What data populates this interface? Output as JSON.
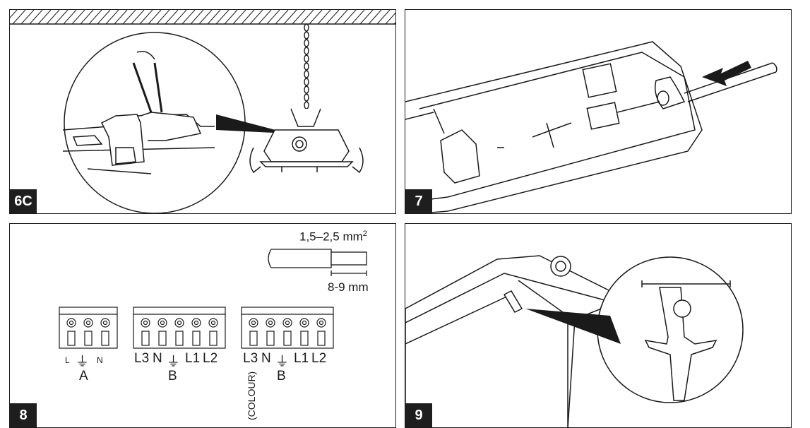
{
  "panels": {
    "p6c": {
      "label": "6C"
    },
    "p7": {
      "label": "7"
    },
    "p8": {
      "label": "8",
      "wire_spec": {
        "cross_section": "1,5–2,5 mm",
        "cross_section_sup": "2",
        "strip_length": "8-9 mm"
      },
      "connector_a": {
        "name": "A",
        "left": "L",
        "right": "N"
      },
      "connector_b1": {
        "name": "B",
        "terminals": [
          "L3",
          "N",
          "⏚",
          "L1",
          "L2"
        ]
      },
      "connector_b2": {
        "name": "B",
        "terminals": [
          "L3",
          "N",
          "⏚",
          "L1",
          "L2"
        ],
        "note": "(COLOUR)"
      }
    },
    "p9": {
      "label": "9"
    }
  },
  "colors": {
    "line": "#1a1a1a",
    "badge_bg": "#1e1e1e",
    "badge_text": "#ffffff"
  }
}
